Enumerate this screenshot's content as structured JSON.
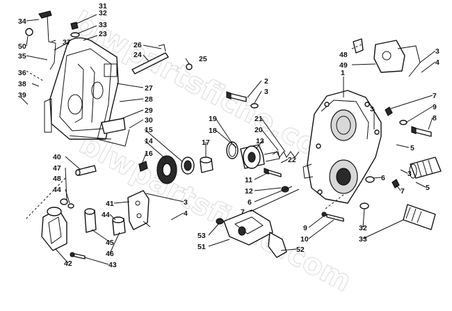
{
  "watermark": "blwpartsfiche.com",
  "callouts": [
    "34",
    "31",
    "32",
    "33",
    "50",
    "37",
    "23",
    "35",
    "26",
    "24",
    "25",
    "36",
    "38",
    "39",
    "27",
    "28",
    "29",
    "30",
    "48",
    "49",
    "3",
    "4",
    "2",
    "3",
    "1",
    "7",
    "9",
    "8",
    "3",
    "5",
    "19",
    "18",
    "21",
    "20",
    "13",
    "22",
    "15",
    "14",
    "17",
    "16",
    "11",
    "12",
    "6",
    "7",
    "3",
    "5",
    "6",
    "7",
    "40",
    "47",
    "48",
    "44",
    "41",
    "3",
    "4",
    "44",
    "45",
    "46",
    "42",
    "43",
    "53",
    "51",
    "52",
    "9",
    "10",
    "32",
    "33"
  ]
}
